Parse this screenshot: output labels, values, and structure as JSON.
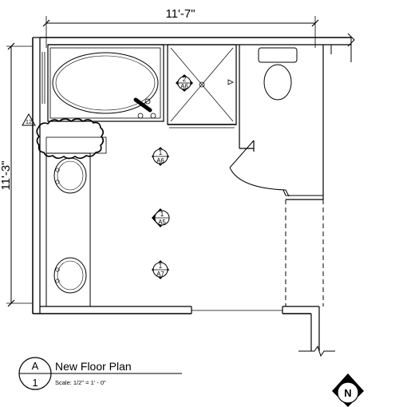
{
  "dimensions": {
    "width": "11'-7\"",
    "height": "11'-3\""
  },
  "section_markers": [
    {
      "number": "2",
      "sheet": "A6"
    },
    {
      "number": "1",
      "sheet": "A6"
    },
    {
      "number": "1",
      "sheet": "A5"
    },
    {
      "number": "1",
      "sheet": "A7"
    }
  ],
  "revision_tag": "12",
  "title_block": {
    "letter": "A",
    "number": "1",
    "title": "New Floor Plan",
    "scale": "Scale: 1/2\" = 1' - 0\""
  },
  "north_label": "N",
  "colors": {
    "line": "#000000",
    "background": "#ffffff"
  }
}
